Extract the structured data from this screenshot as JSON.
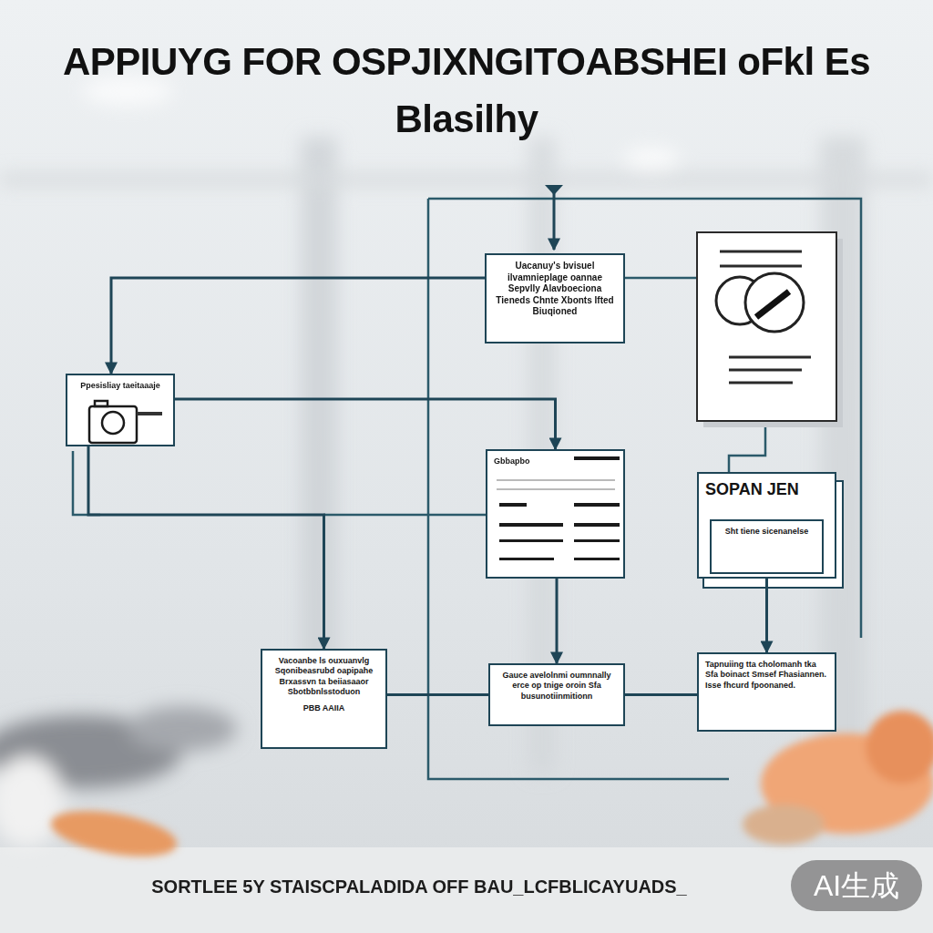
{
  "diagram": {
    "title": "APPIUYG FOR OSPJIXNGITOABSHEI oFkl Es Blasilhy",
    "caption": "SORTLEE 5Y STAISCPALADIDA OFF BAU_LCFBLICAYUADS_",
    "nodes": [
      {
        "text": [
          "Uacanuy's bvisuel ilvamnieplage oannae Sepvlly Alavboeciona Tieneds Chnte Xbonts Ifted Biuqioned"
        ]
      },
      {
        "text": [
          "Ppesisliay taeitaaaje"
        ]
      },
      {
        "text": [
          "Gbbapbo"
        ]
      },
      {
        "text": [
          "SOPAN JEN"
        ]
      },
      {
        "text": [
          "Sht tiene sicenanelse"
        ],
        "in": 3
      },
      {
        "text": [
          "Vacoanbe ls ouxuanvlg Sqonibeasrubd oapipahe Brxassvn ta beiiasaaor Sbotbbnlsstoduon",
          "PBB AAIIA"
        ]
      },
      {
        "text": [
          "Gauce avelolnmi oumnnally erce op tnige oroin Sfa busunotiinmitionn"
        ]
      },
      {
        "text": [
          "Tapnuiing tta cholomanh tka Sfa boinact Smsef Fhasiannen. Isse fhcurd fpoonaned."
        ]
      }
    ],
    "edges": [
      {
        "from": 0,
        "to": 1,
        "arrow": "to"
      },
      {
        "from": 1,
        "to": 2,
        "arrow": "to"
      },
      {
        "from": 2,
        "to": 6,
        "arrow": "to"
      },
      {
        "from": 3,
        "to": 7,
        "arrow": "to"
      },
      {
        "from": 1,
        "to": 5,
        "arrow": "to"
      },
      {
        "from": 5,
        "to": 6,
        "arrow": "none"
      },
      {
        "from": 6,
        "to": 7,
        "arrow": "none"
      }
    ],
    "labels": [
      "AI生成"
    ]
  }
}
